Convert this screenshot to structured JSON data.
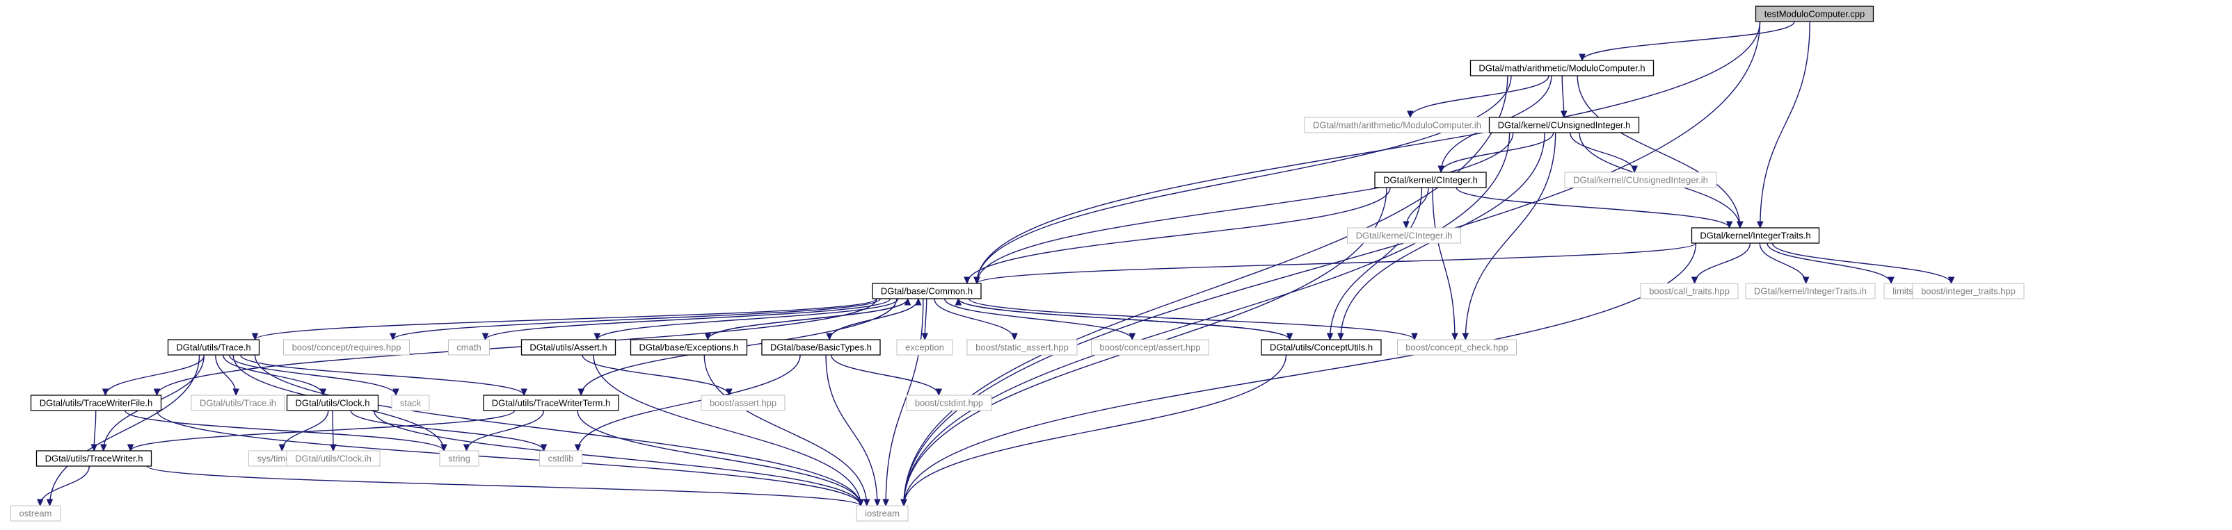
{
  "graph": {
    "colors": {
      "edge": "#191970",
      "solid_border": "#000000",
      "ghost_border": "#bfbfbf",
      "ghost_text": "#7f7f7f",
      "root_fill": "#bfbfbf"
    },
    "nodes": [
      {
        "id": "root",
        "label": "testModuloComputer.cpp",
        "kind": "root"
      },
      {
        "id": "mc",
        "label": "DGtal/math/arithmetic/ModuloComputer.h",
        "kind": "solid"
      },
      {
        "id": "mcih",
        "label": "DGtal/math/arithmetic/ModuloComputer.ih",
        "kind": "ghost"
      },
      {
        "id": "cui",
        "label": "DGtal/kernel/CUnsignedInteger.h",
        "kind": "solid"
      },
      {
        "id": "cuiih",
        "label": "DGtal/kernel/CUnsignedInteger.ih",
        "kind": "ghost"
      },
      {
        "id": "ci",
        "label": "DGtal/kernel/CInteger.h",
        "kind": "solid"
      },
      {
        "id": "ciih",
        "label": "DGtal/kernel/CInteger.ih",
        "kind": "ghost"
      },
      {
        "id": "it",
        "label": "DGtal/kernel/IntegerTraits.h",
        "kind": "solid"
      },
      {
        "id": "call",
        "label": "boost/call_traits.hpp",
        "kind": "ghost"
      },
      {
        "id": "itih",
        "label": "DGtal/kernel/IntegerTraits.ih",
        "kind": "ghost"
      },
      {
        "id": "limits",
        "label": "limits",
        "kind": "ghost"
      },
      {
        "id": "bit",
        "label": "boost/integer_traits.hpp",
        "kind": "ghost"
      },
      {
        "id": "common",
        "label": "DGtal/base/Common.h",
        "kind": "solid"
      },
      {
        "id": "trace",
        "label": "DGtal/utils/Trace.h",
        "kind": "solid"
      },
      {
        "id": "req",
        "label": "boost/concept/requires.hpp",
        "kind": "ghost"
      },
      {
        "id": "cmath",
        "label": "cmath",
        "kind": "ghost"
      },
      {
        "id": "assert",
        "label": "DGtal/utils/Assert.h",
        "kind": "solid"
      },
      {
        "id": "exc",
        "label": "DGtal/base/Exceptions.h",
        "kind": "solid"
      },
      {
        "id": "bt",
        "label": "DGtal/base/BasicTypes.h",
        "kind": "solid"
      },
      {
        "id": "exception",
        "label": "exception",
        "kind": "ghost"
      },
      {
        "id": "sa",
        "label": "boost/static_assert.hpp",
        "kind": "ghost"
      },
      {
        "id": "ca",
        "label": "boost/concept/assert.hpp",
        "kind": "ghost"
      },
      {
        "id": "cu",
        "label": "DGtal/utils/ConceptUtils.h",
        "kind": "solid"
      },
      {
        "id": "cc",
        "label": "boost/concept_check.hpp",
        "kind": "ghost"
      },
      {
        "id": "twf",
        "label": "DGtal/utils/TraceWriterFile.h",
        "kind": "solid"
      },
      {
        "id": "traceih",
        "label": "DGtal/utils/Trace.ih",
        "kind": "ghost"
      },
      {
        "id": "clock",
        "label": "DGtal/utils/Clock.h",
        "kind": "solid"
      },
      {
        "id": "stack",
        "label": "stack",
        "kind": "ghost"
      },
      {
        "id": "twt",
        "label": "DGtal/utils/TraceWriterTerm.h",
        "kind": "solid"
      },
      {
        "id": "bassert",
        "label": "boost/assert.hpp",
        "kind": "ghost"
      },
      {
        "id": "cstdint",
        "label": "boost/cstdint.hpp",
        "kind": "ghost"
      },
      {
        "id": "tw",
        "label": "DGtal/utils/TraceWriter.h",
        "kind": "solid"
      },
      {
        "id": "systime",
        "label": "sys/time.h",
        "kind": "ghost"
      },
      {
        "id": "clockih",
        "label": "DGtal/utils/Clock.ih",
        "kind": "ghost"
      },
      {
        "id": "string",
        "label": "string",
        "kind": "ghost"
      },
      {
        "id": "cstdlib",
        "label": "cstdlib",
        "kind": "ghost"
      },
      {
        "id": "ostream",
        "label": "ostream",
        "kind": "ghost"
      },
      {
        "id": "iostream",
        "label": "iostream",
        "kind": "ghost"
      }
    ],
    "edges": [
      [
        "root",
        "mc"
      ],
      [
        "root",
        "common"
      ],
      [
        "root",
        "it"
      ],
      [
        "root",
        "iostream"
      ],
      [
        "mc",
        "mcih"
      ],
      [
        "mc",
        "cui"
      ],
      [
        "mc",
        "ci"
      ],
      [
        "mc",
        "it"
      ],
      [
        "mc",
        "common"
      ],
      [
        "mc",
        "iostream"
      ],
      [
        "cui",
        "cuiih"
      ],
      [
        "cui",
        "ci"
      ],
      [
        "cui",
        "it"
      ],
      [
        "cui",
        "common"
      ],
      [
        "cui",
        "cu"
      ],
      [
        "cui",
        "cc"
      ],
      [
        "cui",
        "iostream"
      ],
      [
        "ci",
        "ciih"
      ],
      [
        "ci",
        "it"
      ],
      [
        "ci",
        "common"
      ],
      [
        "ci",
        "cu"
      ],
      [
        "ci",
        "cc"
      ],
      [
        "ci",
        "iostream"
      ],
      [
        "it",
        "call"
      ],
      [
        "it",
        "itih"
      ],
      [
        "it",
        "limits"
      ],
      [
        "it",
        "bit"
      ],
      [
        "it",
        "common"
      ],
      [
        "it",
        "iostream"
      ],
      [
        "common",
        "trace"
      ],
      [
        "common",
        "req"
      ],
      [
        "common",
        "cmath"
      ],
      [
        "common",
        "assert"
      ],
      [
        "common",
        "exc"
      ],
      [
        "common",
        "bt"
      ],
      [
        "common",
        "exception"
      ],
      [
        "common",
        "sa"
      ],
      [
        "common",
        "ca"
      ],
      [
        "common",
        "cu"
      ],
      [
        "common",
        "cc"
      ],
      [
        "common",
        "twt"
      ],
      [
        "common",
        "twf"
      ],
      [
        "common",
        "iostream"
      ],
      [
        "exc",
        "common"
      ],
      [
        "bt",
        "common"
      ],
      [
        "cu",
        "common"
      ],
      [
        "trace",
        "twf"
      ],
      [
        "trace",
        "traceih"
      ],
      [
        "trace",
        "clock"
      ],
      [
        "trace",
        "stack"
      ],
      [
        "trace",
        "twt"
      ],
      [
        "trace",
        "tw"
      ],
      [
        "trace",
        "string"
      ],
      [
        "trace",
        "ostream"
      ],
      [
        "trace",
        "iostream"
      ],
      [
        "assert",
        "bassert"
      ],
      [
        "assert",
        "iostream"
      ],
      [
        "exc",
        "iostream"
      ],
      [
        "bt",
        "cstdint"
      ],
      [
        "bt",
        "cstdlib"
      ],
      [
        "bt",
        "iostream"
      ],
      [
        "cu",
        "iostream"
      ],
      [
        "twf",
        "tw"
      ],
      [
        "twf",
        "string"
      ],
      [
        "twf",
        "iostream"
      ],
      [
        "clock",
        "systime"
      ],
      [
        "clock",
        "clockih"
      ],
      [
        "clock",
        "cstdlib"
      ],
      [
        "clock",
        "iostream"
      ],
      [
        "twt",
        "tw"
      ],
      [
        "twt",
        "string"
      ],
      [
        "twt",
        "iostream"
      ],
      [
        "tw",
        "ostream"
      ],
      [
        "tw",
        "iostream"
      ]
    ]
  }
}
